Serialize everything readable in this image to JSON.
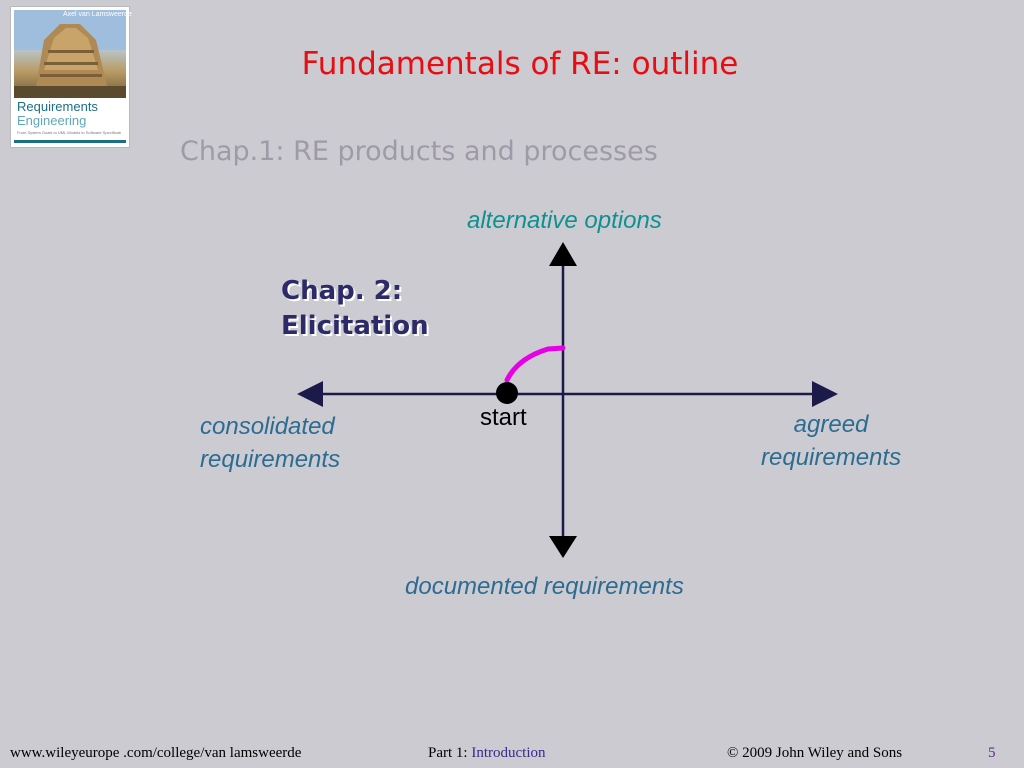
{
  "slide": {
    "title": "Fundamentals of RE: outline",
    "subtitle": "Chap.1:  RE products and processes",
    "chapter_line1": "Chap. 2:",
    "chapter_line2": "Elicitation"
  },
  "cover": {
    "author": "Axel van Lamsweerde",
    "title_line1": "Requirements",
    "title_line2": "Engineering",
    "subtitle": "From System Goals to UML Models to Software Specifications"
  },
  "diagram": {
    "top_label": "alternative options",
    "left_label_line1": "consolidated",
    "left_label_line2": "requirements",
    "right_label_line1": "agreed",
    "right_label_line2": "requirements",
    "bottom_label": "documented requirements",
    "start_label": "start",
    "progress_color": "#e600e6",
    "axis_color": "#1b1a4a"
  },
  "footer": {
    "url": "www.wileyeurope .com/college/van lamsweerde",
    "part_prefix": "Part 1: ",
    "part_section": "Introduction",
    "copyright": "©  2009 John Wiley and Sons",
    "page_number": "5"
  }
}
